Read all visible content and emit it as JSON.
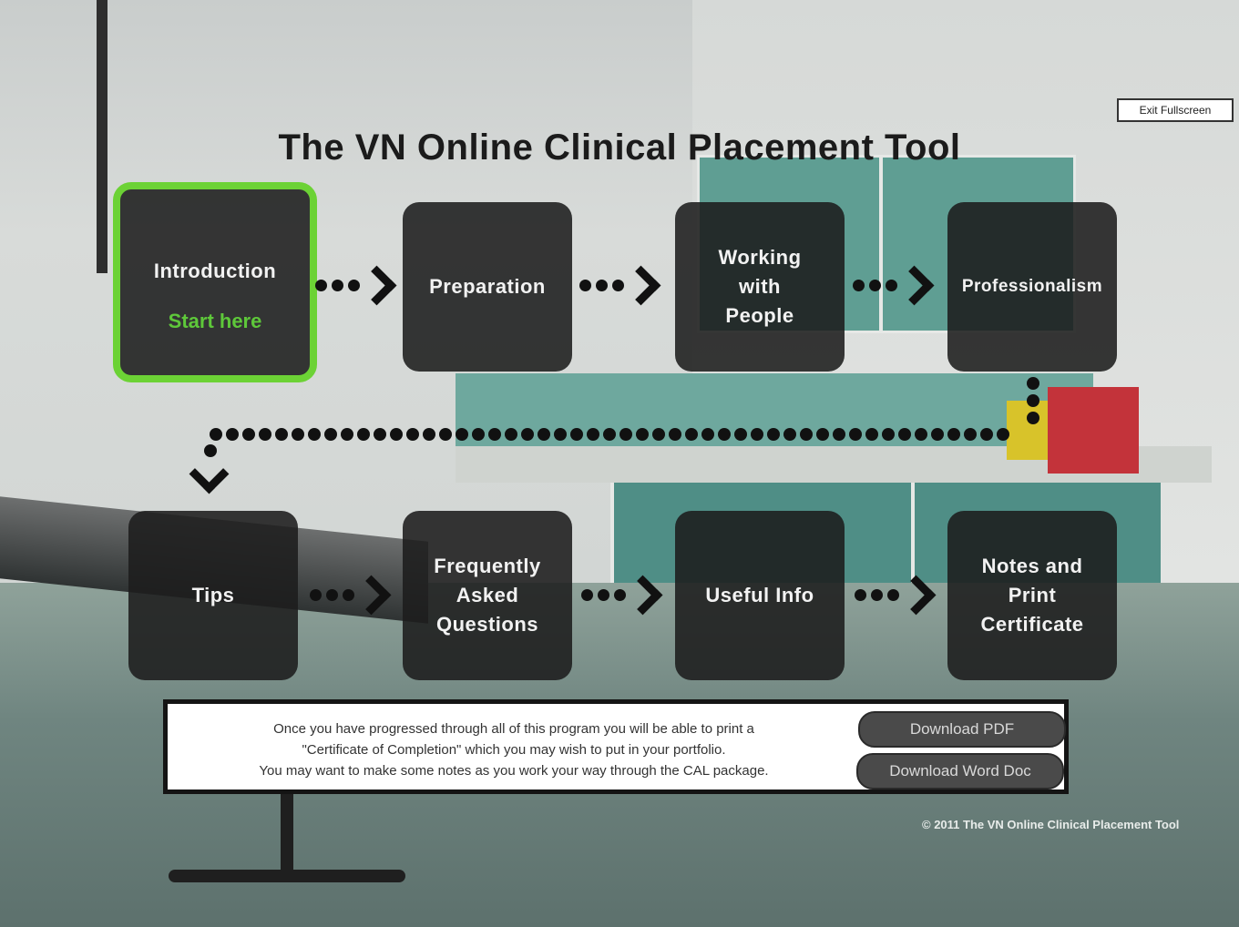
{
  "title": "The VN Online Clinical Placement Tool",
  "exit_fullscreen": "Exit Fullscreen",
  "tiles": [
    {
      "label": "Introduction",
      "sub": "Start here"
    },
    {
      "label": "Preparation"
    },
    {
      "label": "Working\nwith\nPeople"
    },
    {
      "label": "Professionalism"
    },
    {
      "label": "Tips"
    },
    {
      "label": "Frequently\nAsked\nQuestions"
    },
    {
      "label": "Useful Info"
    },
    {
      "label": "Notes and\nPrint\nCertificate"
    }
  ],
  "info": {
    "line1": "Once you have progressed through all of this program you will be able to print a",
    "line2": "\"Certificate of Completion\" which you may wish to put in your portfolio.",
    "line3": "You may want to make some notes as you work your way through the CAL package.",
    "download_pdf": "Download PDF",
    "download_word": "Download Word Doc"
  },
  "copyright": "© 2011 The VN Online Clinical Placement Tool",
  "colors": {
    "tile_bg": "#1c1c1c",
    "active_border": "#6cd235",
    "start_here": "#5ec83a"
  }
}
